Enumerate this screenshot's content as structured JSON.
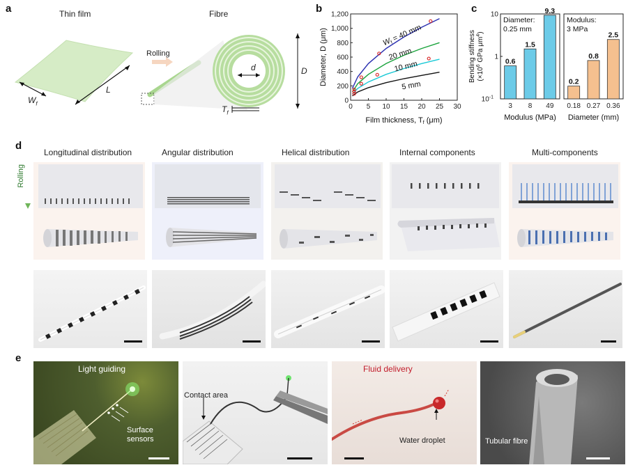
{
  "panel_a": {
    "label": "a",
    "thin_film_title": "Thin film",
    "fibre_title": "Fibre",
    "rolling_label": "Rolling",
    "wf_label": "W",
    "wf_sub": "f",
    "l_label": "L",
    "d_label": "d",
    "D_label": "D",
    "tf_label": "T",
    "tf_sub": "f"
  },
  "panel_b": {
    "label": "b",
    "chart_data": {
      "type": "line",
      "xlabel": "Film thickness, T",
      "xlabel_sub": "f",
      "xlabel_unit": " (μm)",
      "ylabel": "Diameter, D (μm)",
      "xlim": [
        0,
        30
      ],
      "ylim": [
        0,
        1200
      ],
      "xticks": [
        "0",
        "5",
        "10",
        "15",
        "20",
        "25",
        "30"
      ],
      "yticks": [
        "0",
        "200",
        "400",
        "600",
        "800",
        "1,000",
        "1,200"
      ],
      "series": [
        {
          "name": "5 mm",
          "color": "#111111",
          "x": [
            0.5,
            2,
            5,
            10,
            15,
            20,
            25
          ],
          "y": [
            60,
            115,
            175,
            245,
            300,
            345,
            390
          ]
        },
        {
          "name": "10 mm",
          "color": "#19c9d6",
          "x": [
            0.5,
            2,
            5,
            10,
            15,
            20,
            25
          ],
          "y": [
            85,
            165,
            255,
            360,
            440,
            510,
            570
          ]
        },
        {
          "name": "20 mm",
          "color": "#1aa33c",
          "x": [
            0.5,
            2,
            5,
            10,
            15,
            20,
            25
          ],
          "y": [
            115,
            230,
            360,
            510,
            625,
            720,
            800
          ]
        },
        {
          "name": "W_f = 40 mm",
          "color": "#2a2fb0",
          "x": [
            0.5,
            2,
            5,
            10,
            15,
            20,
            25
          ],
          "y": [
            165,
            325,
            510,
            720,
            880,
            1015,
            1135
          ]
        }
      ],
      "points": {
        "color": "#d92a2a",
        "x": [
          1,
          1,
          1,
          3,
          3,
          7.5,
          8,
          22,
          22.5
        ],
        "y": [
          90,
          120,
          150,
          230,
          320,
          355,
          650,
          580,
          1100
        ]
      },
      "series_labels": {
        "wf40": "W",
        "wf40_sub": "f",
        "wf40_rest": " = 40 mm",
        "s20": "20 mm",
        "s10": "10 mm",
        "s5": "5 mm"
      }
    }
  },
  "panel_c": {
    "label": "c",
    "chart_data": {
      "type": "bar",
      "ylabel_line1": "Bending stiffness",
      "ylabel_line2": "(×10",
      "ylabel_exp": "6",
      "ylabel_line2b": " GPa μm",
      "ylabel_exp2": "4",
      "ylabel_close": ")",
      "yscale": "log",
      "ylim": [
        0.1,
        10
      ],
      "yticks": [
        "10",
        "1",
        "10"
      ],
      "ytick_exp": "-1",
      "groups": [
        {
          "title_line1": "Diameter:",
          "title_line2": "0.25 mm",
          "xlabel": "Modulus (MPa)",
          "color": "#6ccbe8",
          "categories": [
            "3",
            "8",
            "49"
          ],
          "values": [
            0.6,
            1.5,
            9.3
          ],
          "labels": [
            "0.6",
            "1.5",
            "9.3"
          ]
        },
        {
          "title_line1": "Modulus:",
          "title_line2": "3 MPa",
          "xlabel": "Diameter (mm)",
          "color": "#f5c08f",
          "categories": [
            "0.18",
            "0.27",
            "0.36"
          ],
          "values": [
            0.2,
            0.8,
            2.5
          ],
          "labels": [
            "0.2",
            "0.8",
            "2.5"
          ]
        }
      ]
    }
  },
  "panel_d": {
    "label": "d",
    "rolling_label": "Rolling",
    "columns": [
      {
        "title": "Longitudinal distribution"
      },
      {
        "title": "Angular distribution"
      },
      {
        "title": "Helical distribution"
      },
      {
        "title": "Internal components"
      },
      {
        "title": "Multi-components"
      }
    ]
  },
  "panel_e": {
    "label": "e",
    "photo1_title": "Light guiding",
    "photo1_note1": "Surface",
    "photo1_note2": "sensors",
    "photo2_note": "Contact area",
    "photo3_title": "Fluid delivery",
    "photo3_note": "Water droplet",
    "photo4_note": "Tubular fibre"
  },
  "colors": {
    "film_green": "#d6ecc6",
    "fibre_green": "#a9d68f",
    "bar_blue": "#6ccbe8",
    "bar_orange": "#f5c08f",
    "point_red": "#d92a2a"
  }
}
